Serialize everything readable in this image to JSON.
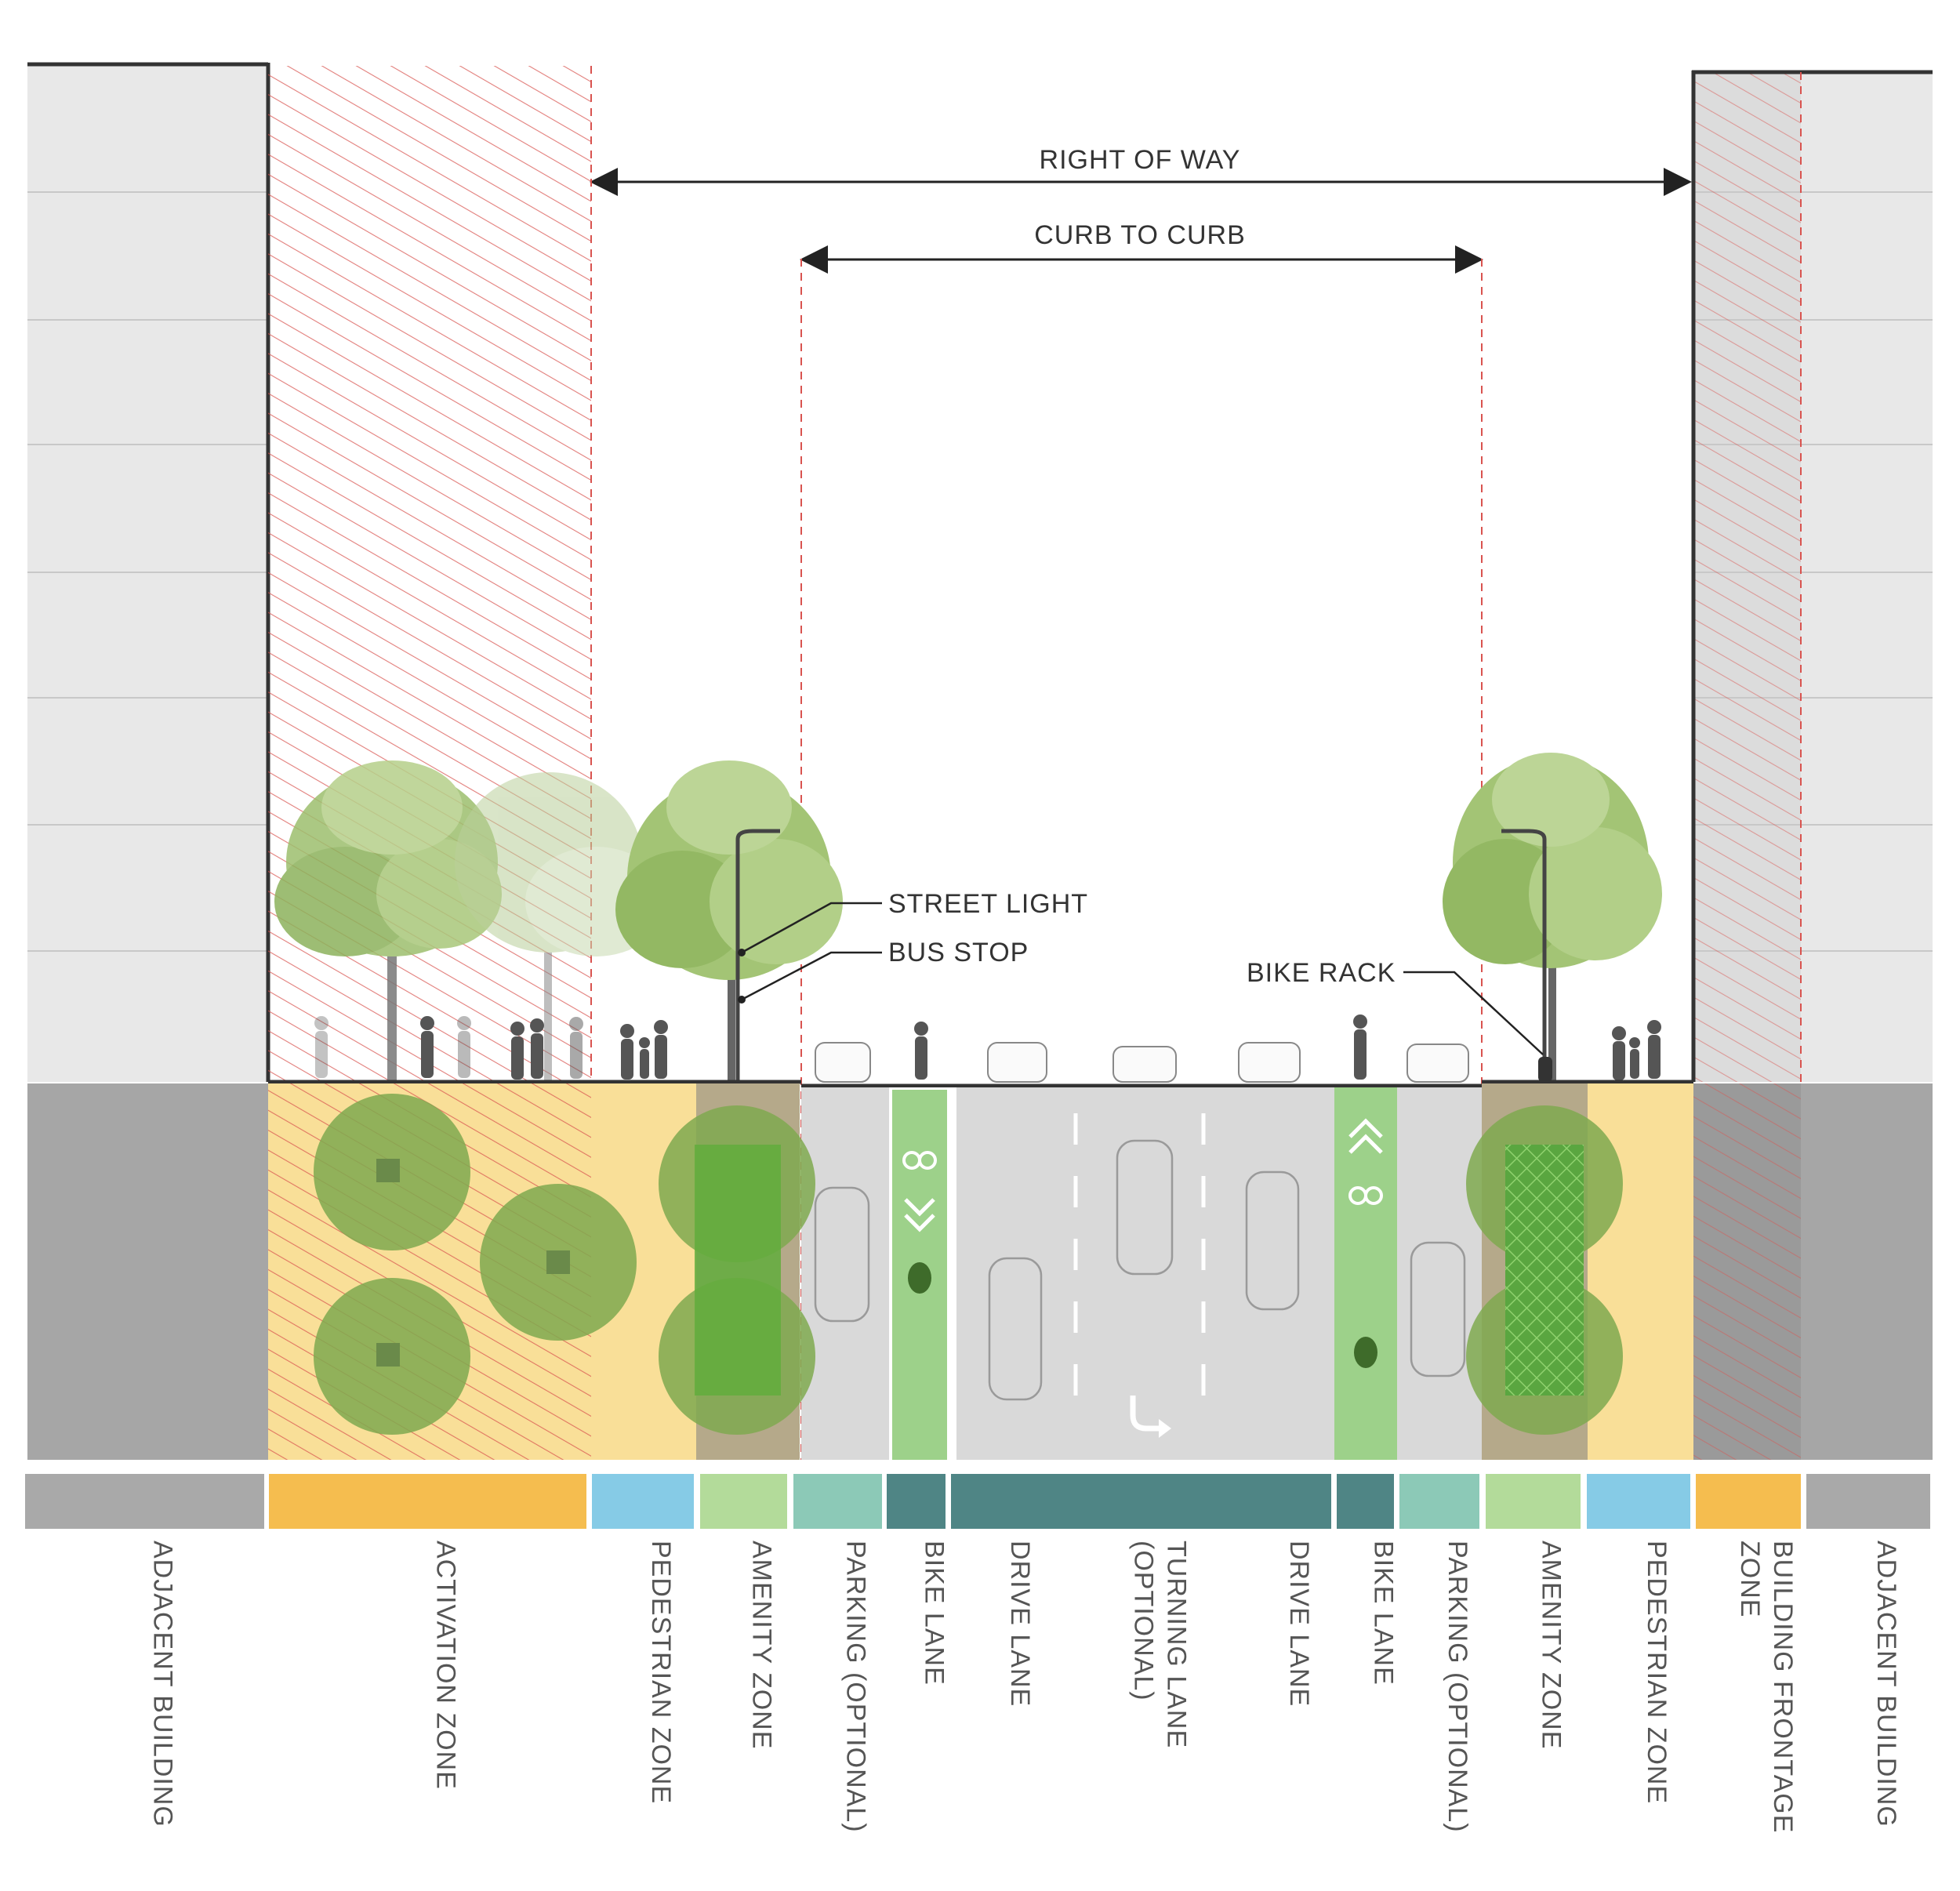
{
  "dimensions": {
    "right_of_way": "RIGHT OF WAY",
    "curb_to_curb": "CURB TO CURB"
  },
  "callouts": {
    "street_light": "STREET LIGHT",
    "bus_stop": "BUS STOP",
    "bike_rack": "BIKE RACK"
  },
  "zones": [
    {
      "label": "ADJACENT BUILDING",
      "color": "#a9a9a9"
    },
    {
      "label": "ACTIVATION ZONE",
      "color": "#f5bd4f"
    },
    {
      "label": "PEDESTRIAN ZONE",
      "color": "#86cbe6"
    },
    {
      "label": "AMENITY ZONE",
      "color": "#b3db9a"
    },
    {
      "label": "PARKING (OPTIONAL)",
      "color": "#8cc9b7"
    },
    {
      "label": "BIKE LANE",
      "color": "#4f8585"
    },
    {
      "label": "DRIVE LANE",
      "color": "#4f8585"
    },
    {
      "label": "TURNING LANE (OPTIONAL)",
      "color": "#4f8585"
    },
    {
      "label": "DRIVE LANE",
      "color": "#4f8585"
    },
    {
      "label": "BIKE LANE",
      "color": "#4f8585"
    },
    {
      "label": "PARKING (OPTIONAL)",
      "color": "#8cc9b7"
    },
    {
      "label": "AMENITY ZONE",
      "color": "#b3db9a"
    },
    {
      "label": "PEDESTRIAN ZONE",
      "color": "#86cbe6"
    },
    {
      "label": "BUILDING FRONTAGE ZONE",
      "color": "#f5bd4f"
    },
    {
      "label": "ADJACENT BUILDING",
      "color": "#a9a9a9"
    }
  ],
  "colors": {
    "building": "#e8e8e8",
    "ground_building": "#a6a6a6",
    "activation": "#f9df98",
    "hatch": "#d9534f",
    "bike_lane": "#9dd18a",
    "road": "#d9d9d9",
    "tree_canopy": "#7fa94f",
    "dimension_line": "#222222"
  }
}
